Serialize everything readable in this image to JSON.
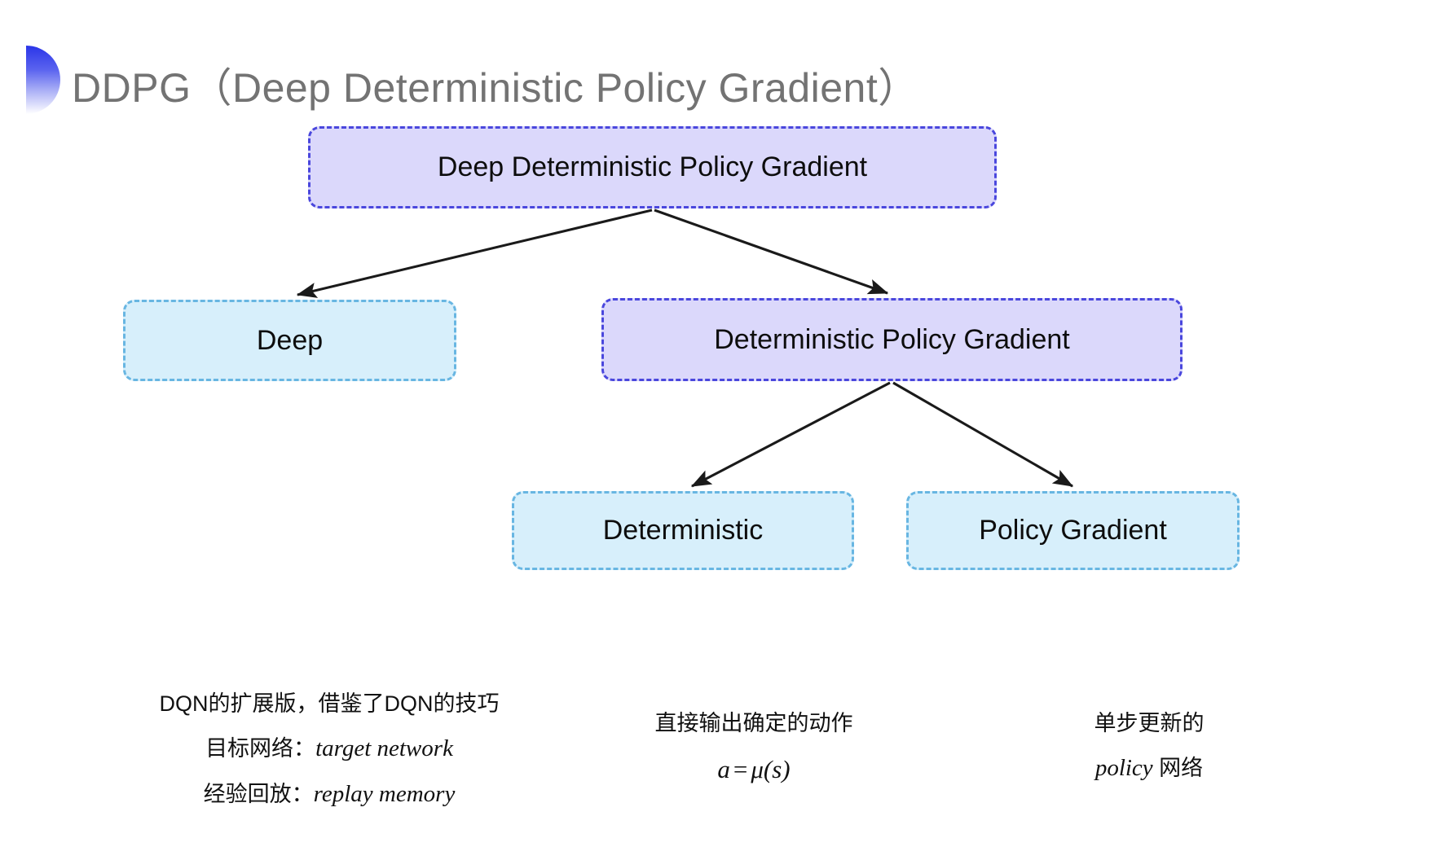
{
  "slide": {
    "title": "DDPG（Deep Deterministic Policy Gradient）",
    "background_color": "#ffffff",
    "decoration": {
      "name": "half-circle-gradient",
      "color_from": "#2a35e8",
      "color_to": "#ffffff"
    }
  },
  "palette": {
    "purple_fill": "#dbd8fb",
    "purple_border": "#4a47dd",
    "cyan_fill": "#d7effb",
    "cyan_border": "#68b6e2",
    "arrow_color": "#1a1a1a",
    "title_color": "#737373",
    "text_color": "#111111"
  },
  "diagram": {
    "type": "tree",
    "nodes": [
      {
        "id": "root",
        "label": "Deep Deterministic Policy Gradient",
        "style": "purple"
      },
      {
        "id": "deep",
        "label": "Deep",
        "style": "cyan"
      },
      {
        "id": "dpg",
        "label": "Deterministic Policy Gradient",
        "style": "purple"
      },
      {
        "id": "deterministic",
        "label": "Deterministic",
        "style": "cyan"
      },
      {
        "id": "policy_gradient",
        "label": "Policy Gradient",
        "style": "cyan"
      }
    ],
    "edges": [
      {
        "from": "root",
        "to": "deep"
      },
      {
        "from": "root",
        "to": "dpg"
      },
      {
        "from": "dpg",
        "to": "deterministic"
      },
      {
        "from": "dpg",
        "to": "policy_gradient"
      }
    ]
  },
  "notes": {
    "deep": {
      "line1": "DQN的扩展版，借鉴了DQN的技巧",
      "line2_label": "目标网络：",
      "line2_value": "target network",
      "line3_label": "经验回放：",
      "line3_value": "replay memory"
    },
    "deterministic": {
      "line1": "直接输出确定的动作",
      "formula_lhs": "a",
      "formula_op": "=",
      "formula_rhs": "μ(s)"
    },
    "policy_gradient": {
      "line1": "单步更新的",
      "line2_value": "policy",
      "line2_suffix": " 网络"
    }
  }
}
